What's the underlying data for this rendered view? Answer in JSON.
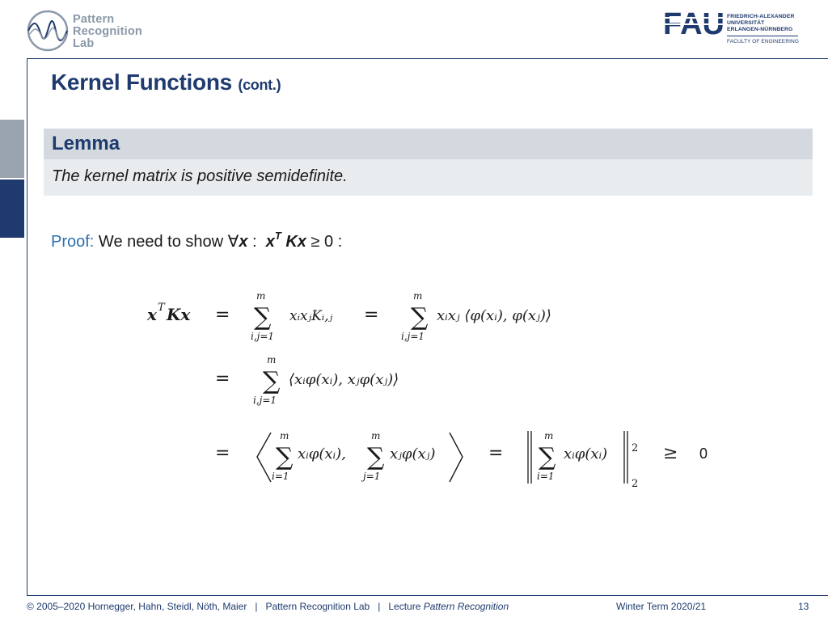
{
  "header": {
    "lab_logo_lines": [
      "Pattern",
      "Recognition",
      "Lab"
    ],
    "fau_wordmark": "FAU",
    "fau_lines": [
      "FRIEDRICH-ALEXANDER",
      "UNIVERSITÄT",
      "ERLANGEN-NÜRNBERG"
    ],
    "fau_faculty": "FACULTY OF ENGINEERING"
  },
  "slide": {
    "title": "Kernel Functions",
    "title_suffix": "(cont.)",
    "lemma": {
      "heading": "Lemma",
      "statement": "The kernel matrix is positive semidefinite."
    },
    "proof": {
      "label": "Proof:",
      "text": "We need to show",
      "forall": "∀",
      "var_x": "x",
      "colon": ":",
      "xT": "x",
      "sup_T": "T",
      "Kx": "Kx",
      "ge_zero": "≥ 0 :"
    }
  },
  "equation": {
    "line1_lhs": "x",
    "line1_lhs_sup": "T",
    "line1_lhs_rest": "Kx",
    "eq": "=",
    "sum_upper": "m",
    "sum_lower_ij": "i,j=1",
    "sum_lower_i": "i=1",
    "sum_lower_j": "j=1",
    "sigma": "∑",
    "term1": "xᵢxⱼKᵢ,ⱼ",
    "term2": "xᵢxⱼ ⟨φ(xᵢ), φ(xⱼ)⟩",
    "term3": "⟨xᵢφ(xᵢ), xⱼφ(xⱼ)⟩",
    "term4_a": "xᵢφ(xᵢ),",
    "term4_b": "xⱼφ(xⱼ)",
    "term5": "xᵢφ(xᵢ)",
    "norm_sup": "2",
    "norm_sub": "2",
    "ge": "≥",
    "zero": "0"
  },
  "footer": {
    "copyright": "© 2005–2020 Hornegger, Hahn, Steidl, Nöth, Maier   |   Pattern Recognition Lab   |   Lecture",
    "lecture_name": "Pattern Recognition",
    "term": "Winter Term 2020/21",
    "page": "13"
  },
  "colors": {
    "primary": "#1e3a6e",
    "proof_label": "#2f6fb0",
    "lemma_header_bg": "#d4d9df",
    "lemma_body_bg": "#e9ecef",
    "logo_gray": "#8a98a8"
  }
}
